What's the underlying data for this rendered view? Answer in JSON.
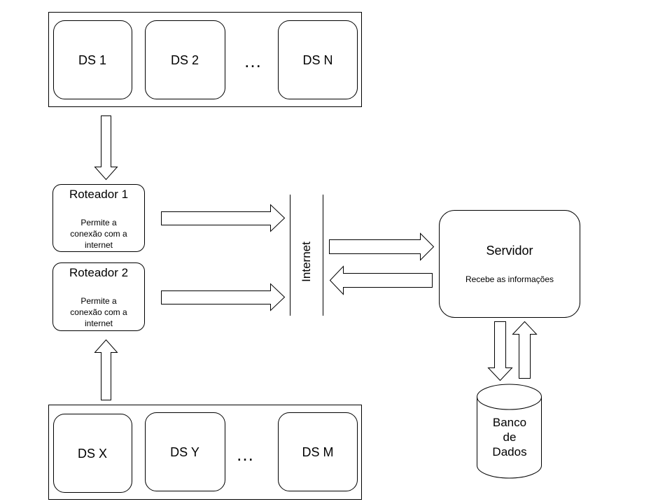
{
  "devices_top": {
    "items": [
      "DS 1",
      "DS 2",
      "DS N"
    ],
    "ellipsis": "…"
  },
  "devices_bottom": {
    "items": [
      "DS X",
      "DS Y",
      "DS M"
    ],
    "ellipsis": "…"
  },
  "router1": {
    "title": "Roteador 1",
    "desc": [
      "Permite a",
      "conexão com a",
      "internet"
    ]
  },
  "router2": {
    "title": "Roteador 2",
    "desc": [
      "Permite a",
      "conexão com a",
      "internet"
    ]
  },
  "internet": {
    "label": "Internet"
  },
  "server": {
    "title": "Servidor",
    "desc": "Recebe as informações"
  },
  "database": {
    "label": [
      "Banco",
      "de",
      "Dados"
    ]
  }
}
